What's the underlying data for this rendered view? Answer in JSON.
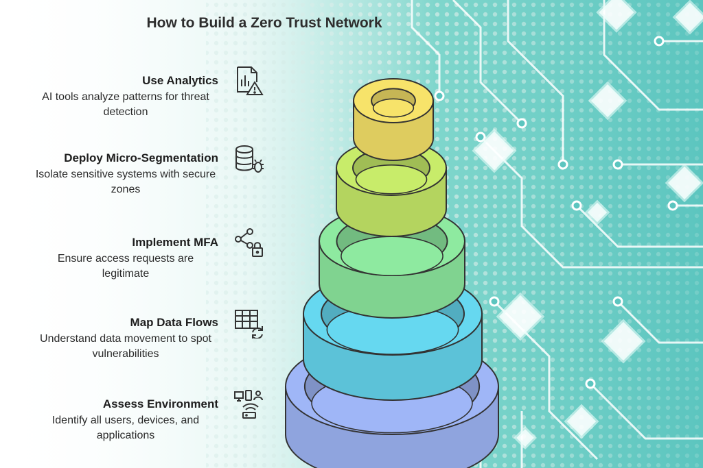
{
  "title": "How to Build a Zero Trust Network",
  "steps": [
    {
      "title": "Use Analytics",
      "description": "AI tools analyze patterns for threat detection",
      "icon": "analytics-warning-icon",
      "color": "#f7e36a"
    },
    {
      "title": "Deploy Micro-Segmentation",
      "description": "Isolate sensitive systems with secure zones",
      "icon": "database-bug-icon",
      "color": "#c8ec6a"
    },
    {
      "title": "Implement MFA",
      "description": "Ensure access requests are legitimate",
      "icon": "share-lock-icon",
      "color": "#8eeaa0"
    },
    {
      "title": "Map Data Flows",
      "description": "Understand data movement to spot vulnerabilities",
      "icon": "table-sync-icon",
      "color": "#66d8f0"
    },
    {
      "title": "Assess Environment",
      "description": "Identify all users, devices, and applications",
      "icon": "devices-network-icon",
      "color": "#9fb6f7"
    }
  ]
}
